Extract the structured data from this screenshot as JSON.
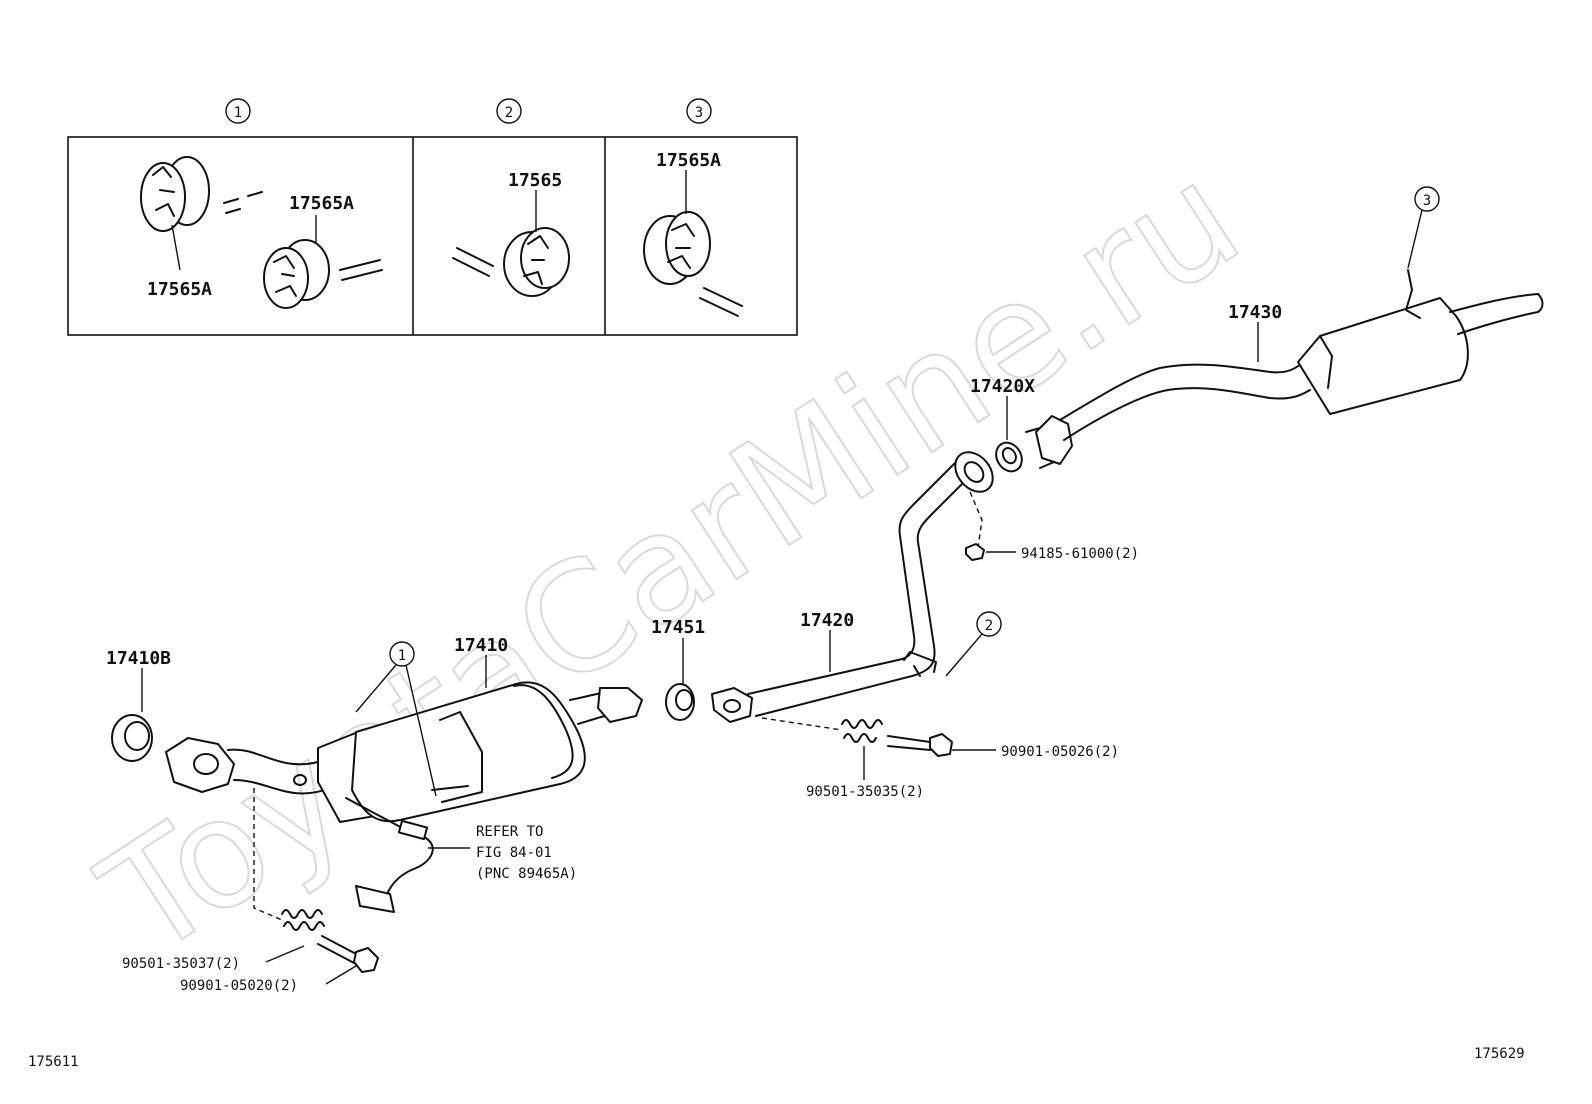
{
  "watermark": "ToyotaCarMine.ru",
  "inset": {
    "refs": [
      "1",
      "2",
      "3"
    ],
    "panel1_label_a": "17565A",
    "panel1_label_b": "17565A",
    "panel2_label": "17565",
    "panel3_label": "17565A"
  },
  "callouts": {
    "c1": "1",
    "c2": "2",
    "c3": "3"
  },
  "parts": {
    "p17410B": "17410B",
    "p17410": "17410",
    "p17451": "17451",
    "p17420": "17420",
    "p17420X": "17420X",
    "p17430": "17430",
    "p94185": "94185-61000(2)",
    "p90901_05026": "90901-05026(2)",
    "p90501_35035": "90501-35035(2)",
    "p90501_35037": "90501-35037(2)",
    "p90901_05020": "90901-05020(2)"
  },
  "refer": {
    "line1": "REFER TO",
    "line2": "FIG 84-01",
    "line3": "(PNC 89465A)"
  },
  "footer": {
    "left_id": "175611",
    "right_id": "175629"
  }
}
